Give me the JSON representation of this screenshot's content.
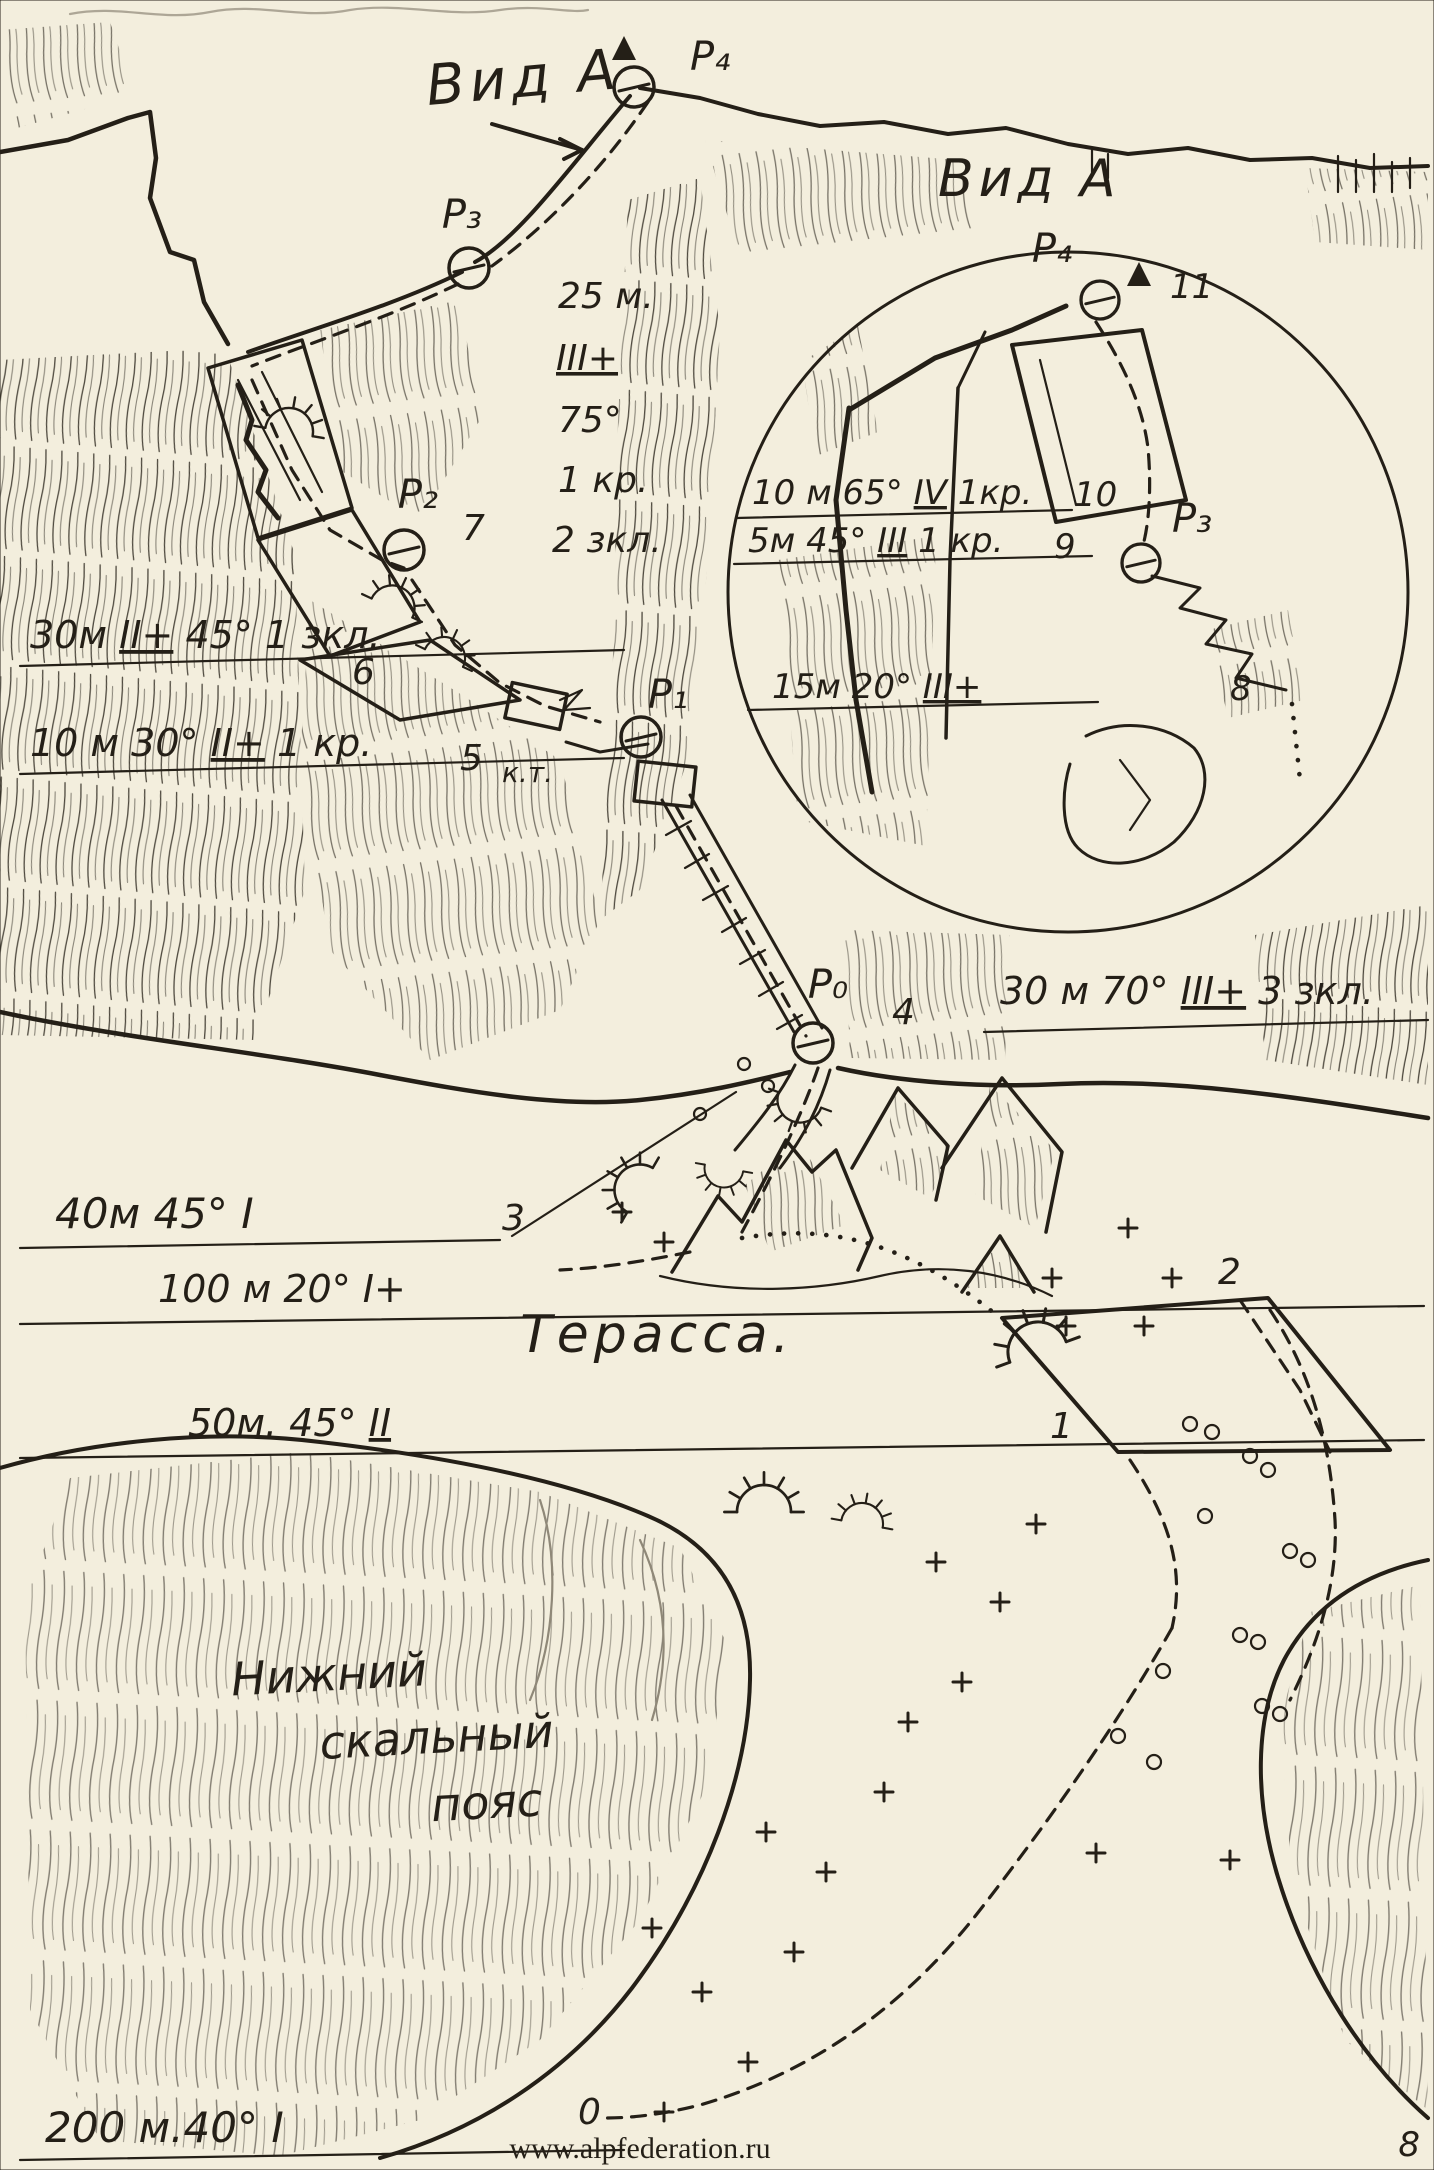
{
  "colors": {
    "ink": "#241f17",
    "paper": "#f3eedd",
    "pencil": "#8f8878"
  },
  "title": {
    "main_view": "Вид А",
    "inset_view": "Вид А"
  },
  "points": {
    "p0": "P₀",
    "p1": "P₁",
    "p2": "P₂",
    "p3": "P₃",
    "p4": "P₄",
    "inset_p3": "P₃",
    "inset_p4": "P₄"
  },
  "markers": {
    "m0": "0",
    "m1": "1",
    "m2": "2",
    "m3": "3",
    "m4": "4",
    "m5": "5",
    "m6": "6",
    "m7": "7",
    "m8": "8",
    "m9": "9",
    "m10": "10",
    "m11": "11",
    "control_point": "к.т."
  },
  "pitch_notes": {
    "p3_block": {
      "line1": "25 м.",
      "line2_grade": "III+",
      "line3": "75°",
      "line4": "1 кр.",
      "line5": "2 зкл."
    },
    "pitch_6": {
      "pre": "30м ",
      "grade": "II+",
      "post": " 45° 1 зкл."
    },
    "pitch_5": {
      "pre": "10 м 30° ",
      "grade": "II+",
      "post": " 1 кр."
    },
    "pitch_4": {
      "pre": "30 м 70° ",
      "grade": "III+",
      "post": " 3 зкл."
    },
    "pitch_3": {
      "text": "40м 45° I"
    },
    "pitch_2": {
      "text": "100 м 20° I+"
    },
    "pitch_1": {
      "pre": "50м. 45° ",
      "grade": "II",
      "post": ""
    },
    "pitch_0": {
      "text": "200 м.40° I"
    }
  },
  "terrace_label": "Терасса.",
  "lower_rock_belt": {
    "line1": "Нижний",
    "line2": "скальный",
    "line3": "пояс"
  },
  "inset_notes": {
    "line_10": {
      "pre": "10 м 65° ",
      "grade": "IV",
      "post": " 1кр."
    },
    "line_9": {
      "pre": "5м 45° ",
      "grade": "III",
      "post": " 1 кр."
    },
    "line_8": {
      "pre": "15м 20° ",
      "grade": "III+",
      "post": ""
    }
  },
  "footer": {
    "watermark": "www.alpfederation.ru",
    "page_number": "8"
  }
}
